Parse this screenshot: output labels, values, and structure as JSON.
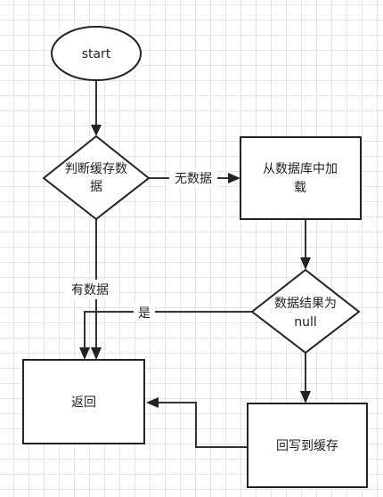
{
  "nodes": {
    "start": "start",
    "check_cache": [
      "判断缓存数",
      "据"
    ],
    "load_db": [
      "从数据库中加",
      "载"
    ],
    "is_null": [
      "数据结果为",
      "null"
    ],
    "return": "返回",
    "write_back": "回写到缓存"
  },
  "edges": {
    "no_data": "无数据",
    "has_data": "有数据",
    "yes": "是"
  },
  "colors": {
    "stroke": "#222222",
    "fill": "#ffffff",
    "grid": "#e4e4e4"
  }
}
